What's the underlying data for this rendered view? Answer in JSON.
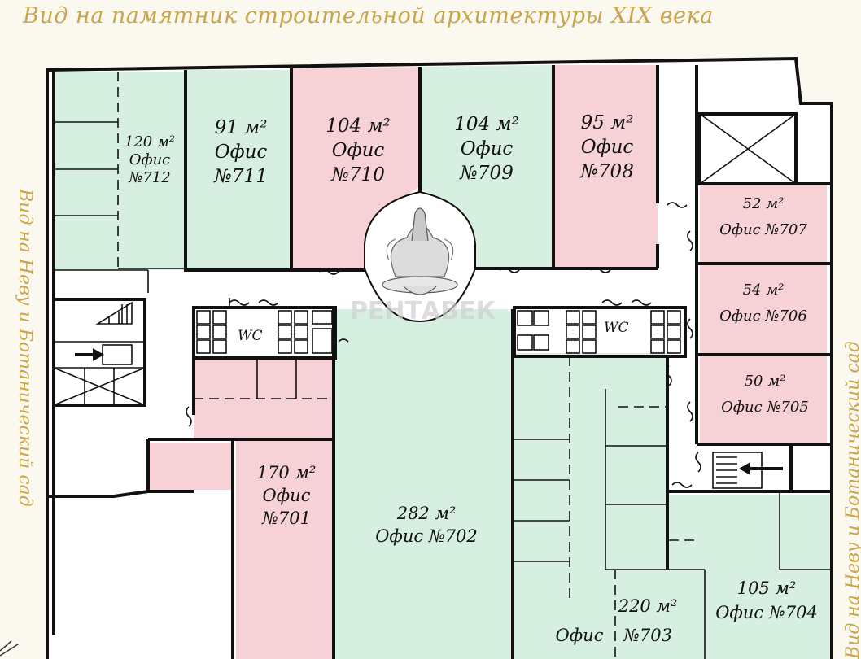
{
  "captions": {
    "top": "Вид на памятник строительной архитектуры XIX века",
    "left": "Вид на Неву и Ботанический сад",
    "right": "Вид на Неву и Ботанический сад"
  },
  "colors": {
    "green": "#d6efe0",
    "pink": "#f6d2d6",
    "caption": "#c7a54a",
    "wall": "#111111"
  },
  "wc_label": "WC",
  "watermark": "РЕНТАВЕК",
  "offices": [
    {
      "id": "712",
      "area": "120 м²",
      "word": "Офис",
      "number": "№712",
      "status": "available"
    },
    {
      "id": "711",
      "area": "91 м²",
      "word": "Офис",
      "number": "№711",
      "status": "available"
    },
    {
      "id": "710",
      "area": "104 м²",
      "word": "Офис",
      "number": "№710",
      "status": "occupied"
    },
    {
      "id": "709",
      "area": "104 м²",
      "word": "Офис",
      "number": "№709",
      "status": "available"
    },
    {
      "id": "708",
      "area": "95 м²",
      "word": "Офис",
      "number": "№708",
      "status": "occupied"
    },
    {
      "id": "707",
      "area": "52 м²",
      "word": "Офис №707",
      "status": "occupied"
    },
    {
      "id": "706",
      "area": "54 м²",
      "word": "Офис №706",
      "status": "occupied"
    },
    {
      "id": "705",
      "area": "50 м²",
      "word": "Офис №705",
      "status": "occupied"
    },
    {
      "id": "704",
      "area": "105 м²",
      "word": "Офис №704",
      "status": "available"
    },
    {
      "id": "703",
      "area": "220 м²",
      "word": "Офис",
      "number": "№703",
      "status": "available"
    },
    {
      "id": "702",
      "area": "282 м²",
      "word": "Офис №702",
      "status": "available"
    },
    {
      "id": "701",
      "area": "170 м²",
      "word": "Офис",
      "number": "№701",
      "status": "occupied"
    }
  ]
}
